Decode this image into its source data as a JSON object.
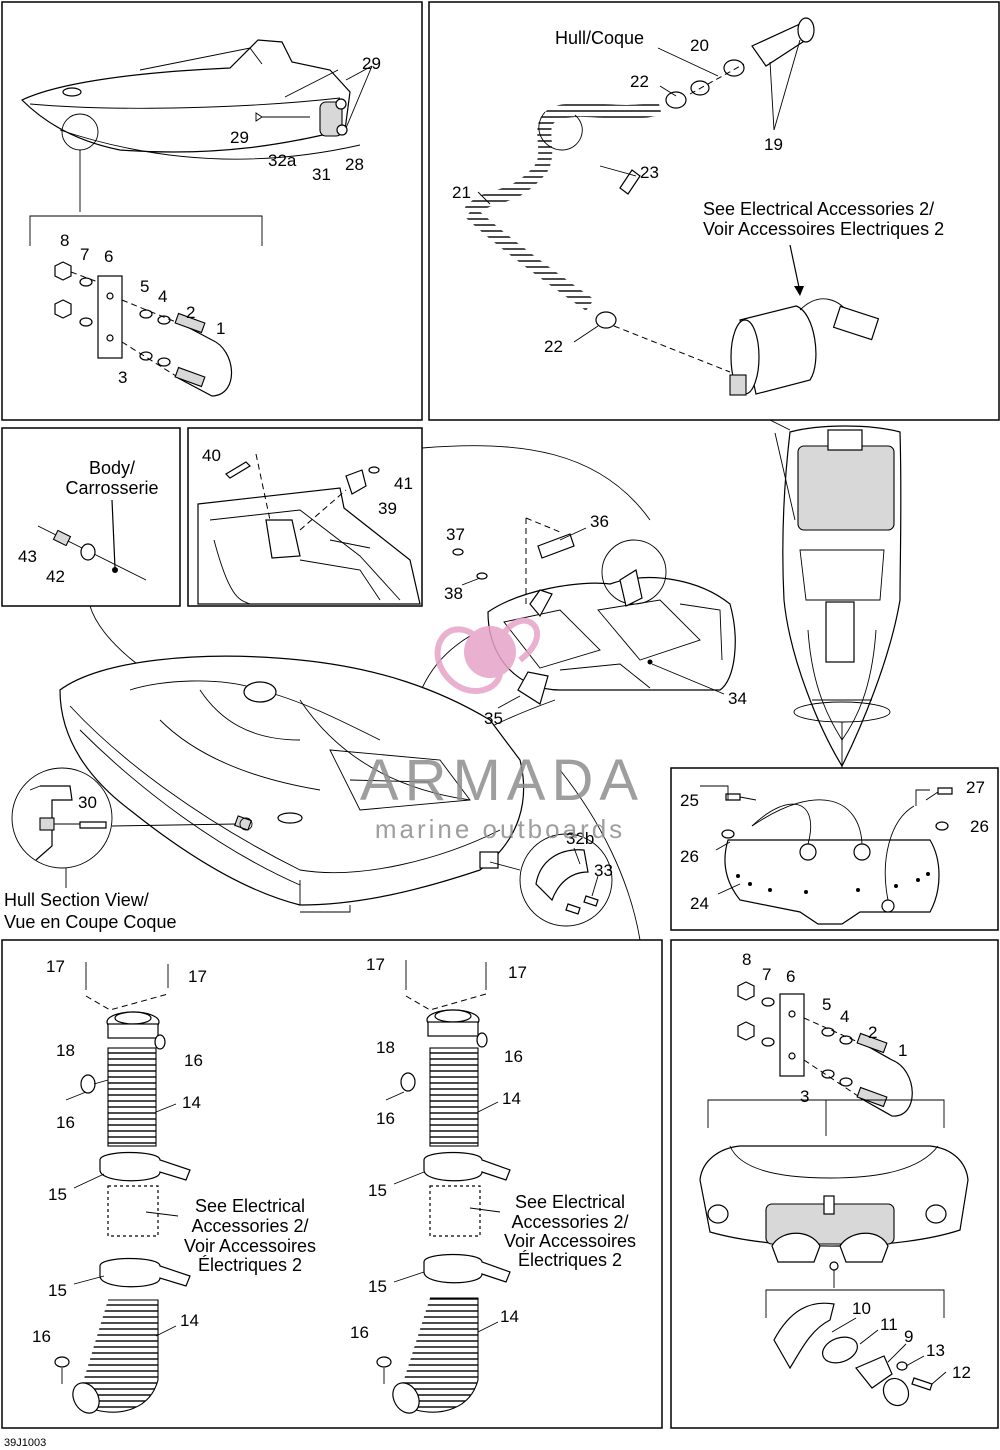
{
  "figure_code": "39J1003",
  "watermark": {
    "brand": "ARMADA",
    "tagline": "marine outboards",
    "color": "#8e8e8e",
    "logo_color": "#e6a3c8"
  },
  "labels": {
    "hull_coque": "Hull/Coque",
    "see_elec_pump": [
      "See Electrical Accessories 2/",
      "Voir Accessoires Electriques 2"
    ],
    "body_carrosserie": [
      "Body/",
      "Carrosserie"
    ],
    "hull_section": [
      "Hull Section View/",
      "Vue en Coupe Coque"
    ],
    "see_elec_left": [
      "See Electrical",
      "Accessories 2/",
      "Voir Accessoires",
      "Électriques 2"
    ],
    "see_elec_right": [
      "See Electrical",
      "Accessories 2/",
      "Voir Accessoires",
      "Électriques 2"
    ]
  },
  "callouts": {
    "p1": [
      "29",
      "29",
      "32a",
      "31",
      "28",
      "8",
      "7",
      "6",
      "5",
      "4",
      "2",
      "1",
      "3"
    ],
    "p2": [
      "20",
      "22",
      "19",
      "23",
      "21",
      "22"
    ],
    "p3": [
      "43",
      "42"
    ],
    "p4": [
      "40",
      "41",
      "39"
    ],
    "p5": [
      "37",
      "36",
      "38",
      "34",
      "35"
    ],
    "p6": [
      "30"
    ],
    "p7": [
      "32b",
      "33"
    ],
    "p8": [
      "25",
      "27",
      "26",
      "26",
      "24"
    ],
    "p9": [
      "17",
      "17",
      "18",
      "16",
      "16",
      "14",
      "15",
      "15",
      "14",
      "16"
    ],
    "p10": [
      "17",
      "17",
      "18",
      "16",
      "16",
      "14",
      "15",
      "15",
      "14",
      "16"
    ],
    "p11": [
      "8",
      "7",
      "6",
      "5",
      "4",
      "2",
      "1",
      "3",
      "10",
      "11",
      "9",
      "13",
      "12"
    ]
  }
}
